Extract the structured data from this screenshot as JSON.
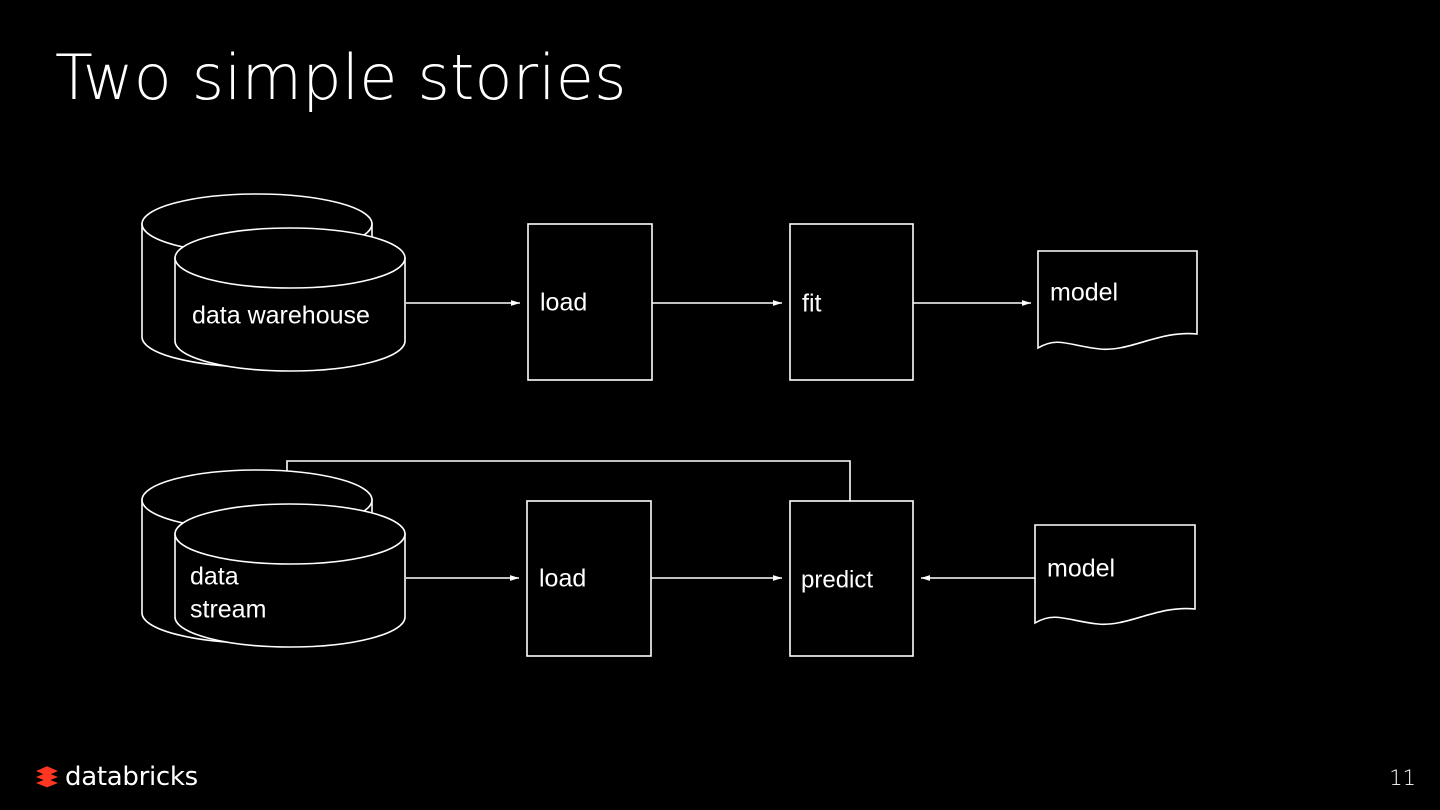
{
  "slide": {
    "title": "Two simple stories",
    "background_color": "#000000",
    "foreground_color": "#ffffff",
    "page_number": "11"
  },
  "footer": {
    "logo_text": "databricks",
    "logo_mark_color": "#ff3621",
    "logo_mark_name": "databricks-logo-mark"
  },
  "diagram": {
    "rows": [
      {
        "name": "training-pipeline",
        "nodes": {
          "source": {
            "label": "data warehouse",
            "shape": "cylinder-stack"
          },
          "step1": {
            "label": "load",
            "shape": "rect"
          },
          "step2": {
            "label": "fit",
            "shape": "rect"
          },
          "output": {
            "label": "model",
            "shape": "document"
          }
        },
        "edges": [
          {
            "from": "source",
            "to": "step1",
            "direction": "right"
          },
          {
            "from": "step1",
            "to": "step2",
            "direction": "right"
          },
          {
            "from": "step2",
            "to": "output",
            "direction": "right"
          }
        ]
      },
      {
        "name": "scoring-pipeline",
        "nodes": {
          "source": {
            "label": "data\nstream",
            "label_line1": "data",
            "label_line2": "stream",
            "shape": "cylinder-stack"
          },
          "step1": {
            "label": "load",
            "shape": "rect"
          },
          "step2": {
            "label": "predict",
            "shape": "rect"
          },
          "input": {
            "label": "model",
            "shape": "document"
          }
        },
        "edges": [
          {
            "from": "source",
            "to": "step1",
            "direction": "right"
          },
          {
            "from": "step1",
            "to": "step2",
            "direction": "right"
          },
          {
            "from": "input",
            "to": "step2",
            "direction": "left"
          },
          {
            "from": "step2",
            "to": "source",
            "direction": "feedback-loop"
          }
        ]
      }
    ]
  }
}
